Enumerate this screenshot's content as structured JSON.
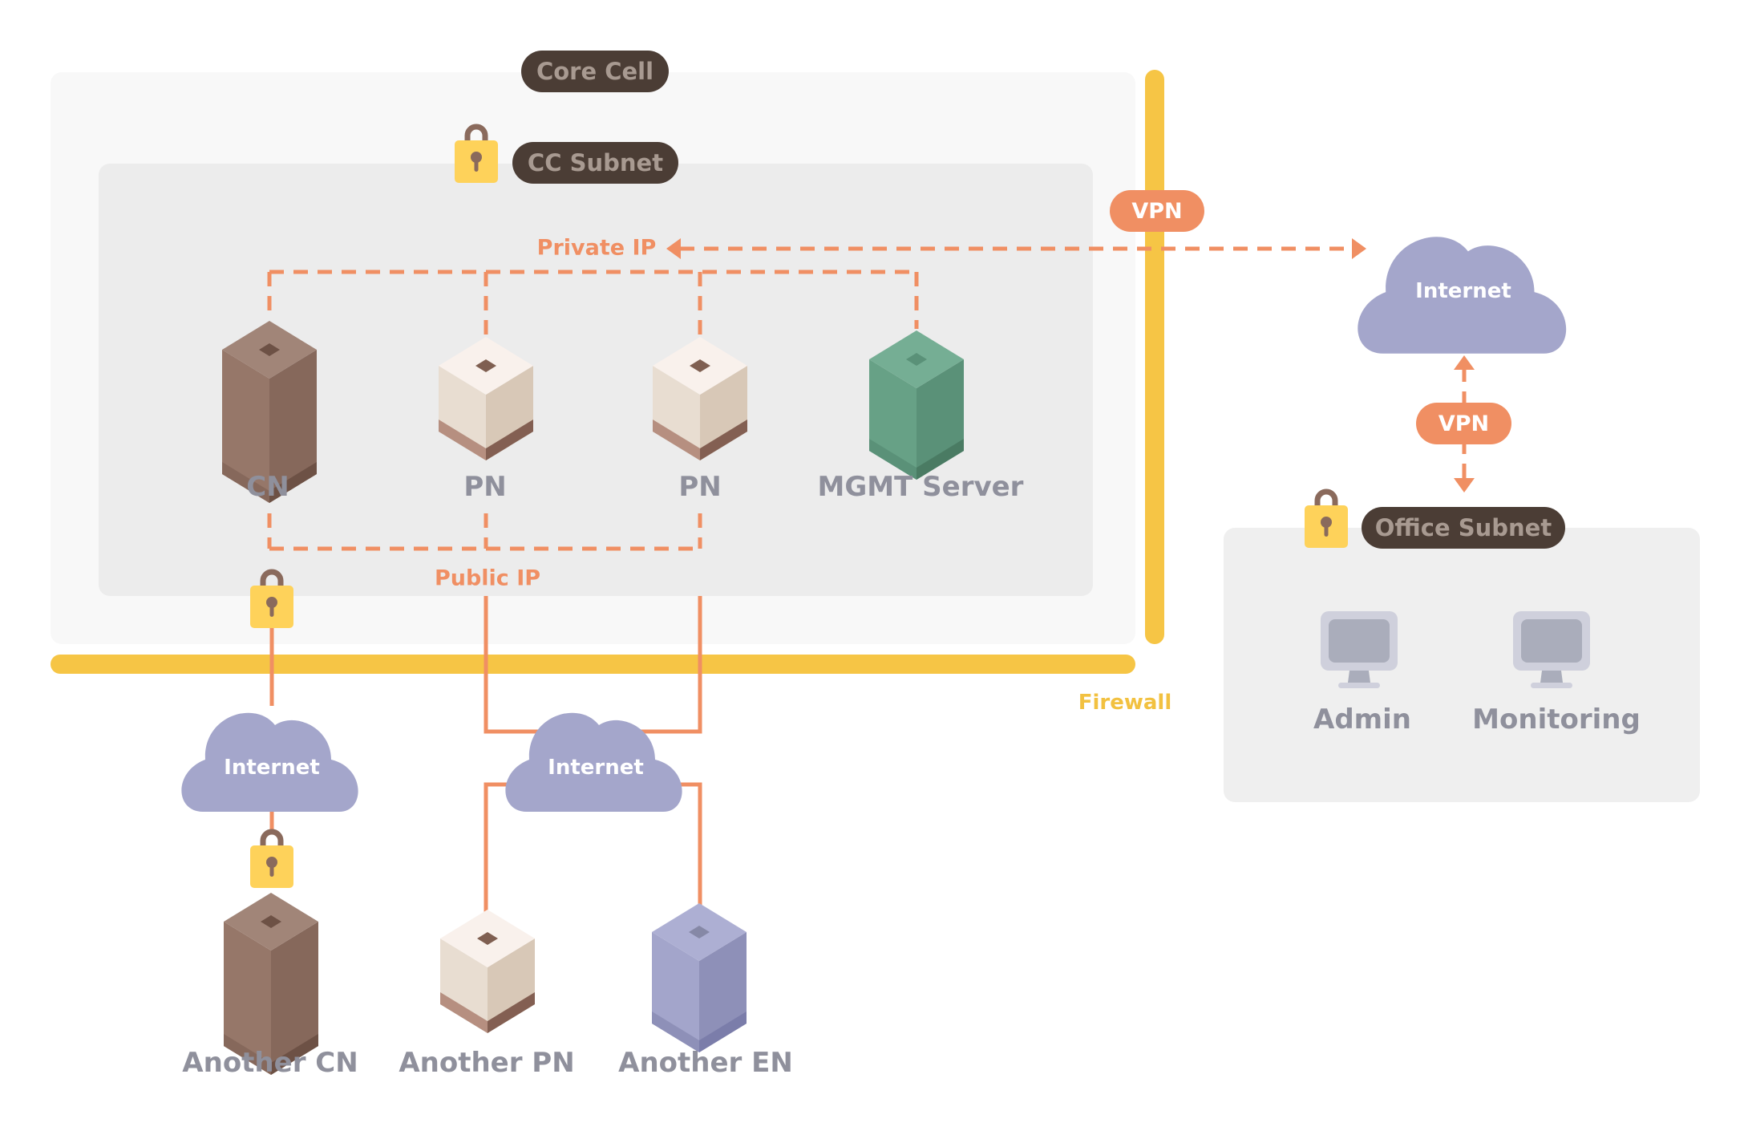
{
  "zones": {
    "core_cell": {
      "label": "Core Cell"
    },
    "cc_subnet": {
      "label": "CC Subnet",
      "locked": true
    },
    "office_subnet": {
      "label": "Office Subnet",
      "locked": true
    }
  },
  "links": {
    "private_ip": "Private IP",
    "public_ip": "Public IP",
    "vpn_top": "VPN",
    "vpn_office": "VPN",
    "firewall": "Firewall"
  },
  "clouds": [
    {
      "id": "internet-remote",
      "label": "Internet"
    },
    {
      "id": "internet-cn",
      "label": "Internet"
    },
    {
      "id": "internet-pn",
      "label": "Internet"
    }
  ],
  "nodes": {
    "core": [
      {
        "id": "cn",
        "label": "CN",
        "kind": "tower",
        "color": "brown"
      },
      {
        "id": "pn1",
        "label": "PN",
        "kind": "cube",
        "color": "cream"
      },
      {
        "id": "pn2",
        "label": "PN",
        "kind": "cube",
        "color": "cream"
      },
      {
        "id": "mgmt",
        "label": "MGMT Server",
        "kind": "cube-tall",
        "color": "green"
      }
    ],
    "external": [
      {
        "id": "another-cn",
        "label": "Another CN",
        "kind": "tower",
        "color": "brown"
      },
      {
        "id": "another-pn",
        "label": "Another PN",
        "kind": "cube",
        "color": "cream"
      },
      {
        "id": "another-en",
        "label": "Another EN",
        "kind": "cube-tall",
        "color": "lavender"
      }
    ],
    "office": [
      {
        "id": "admin",
        "label": "Admin"
      },
      {
        "id": "monitoring",
        "label": "Monitoring"
      }
    ]
  },
  "colors": {
    "link": "#f08f63",
    "firewall": "#f6c545",
    "cloud": "#a4a6cb",
    "lock_body": "#fed25a",
    "lock_shackle": "#8a6a5c",
    "pill_dark": "#4b3d35",
    "core_cell_bg": "#f8f8f8",
    "subnet_bg": "#ececec",
    "office_bg": "#efefef"
  }
}
